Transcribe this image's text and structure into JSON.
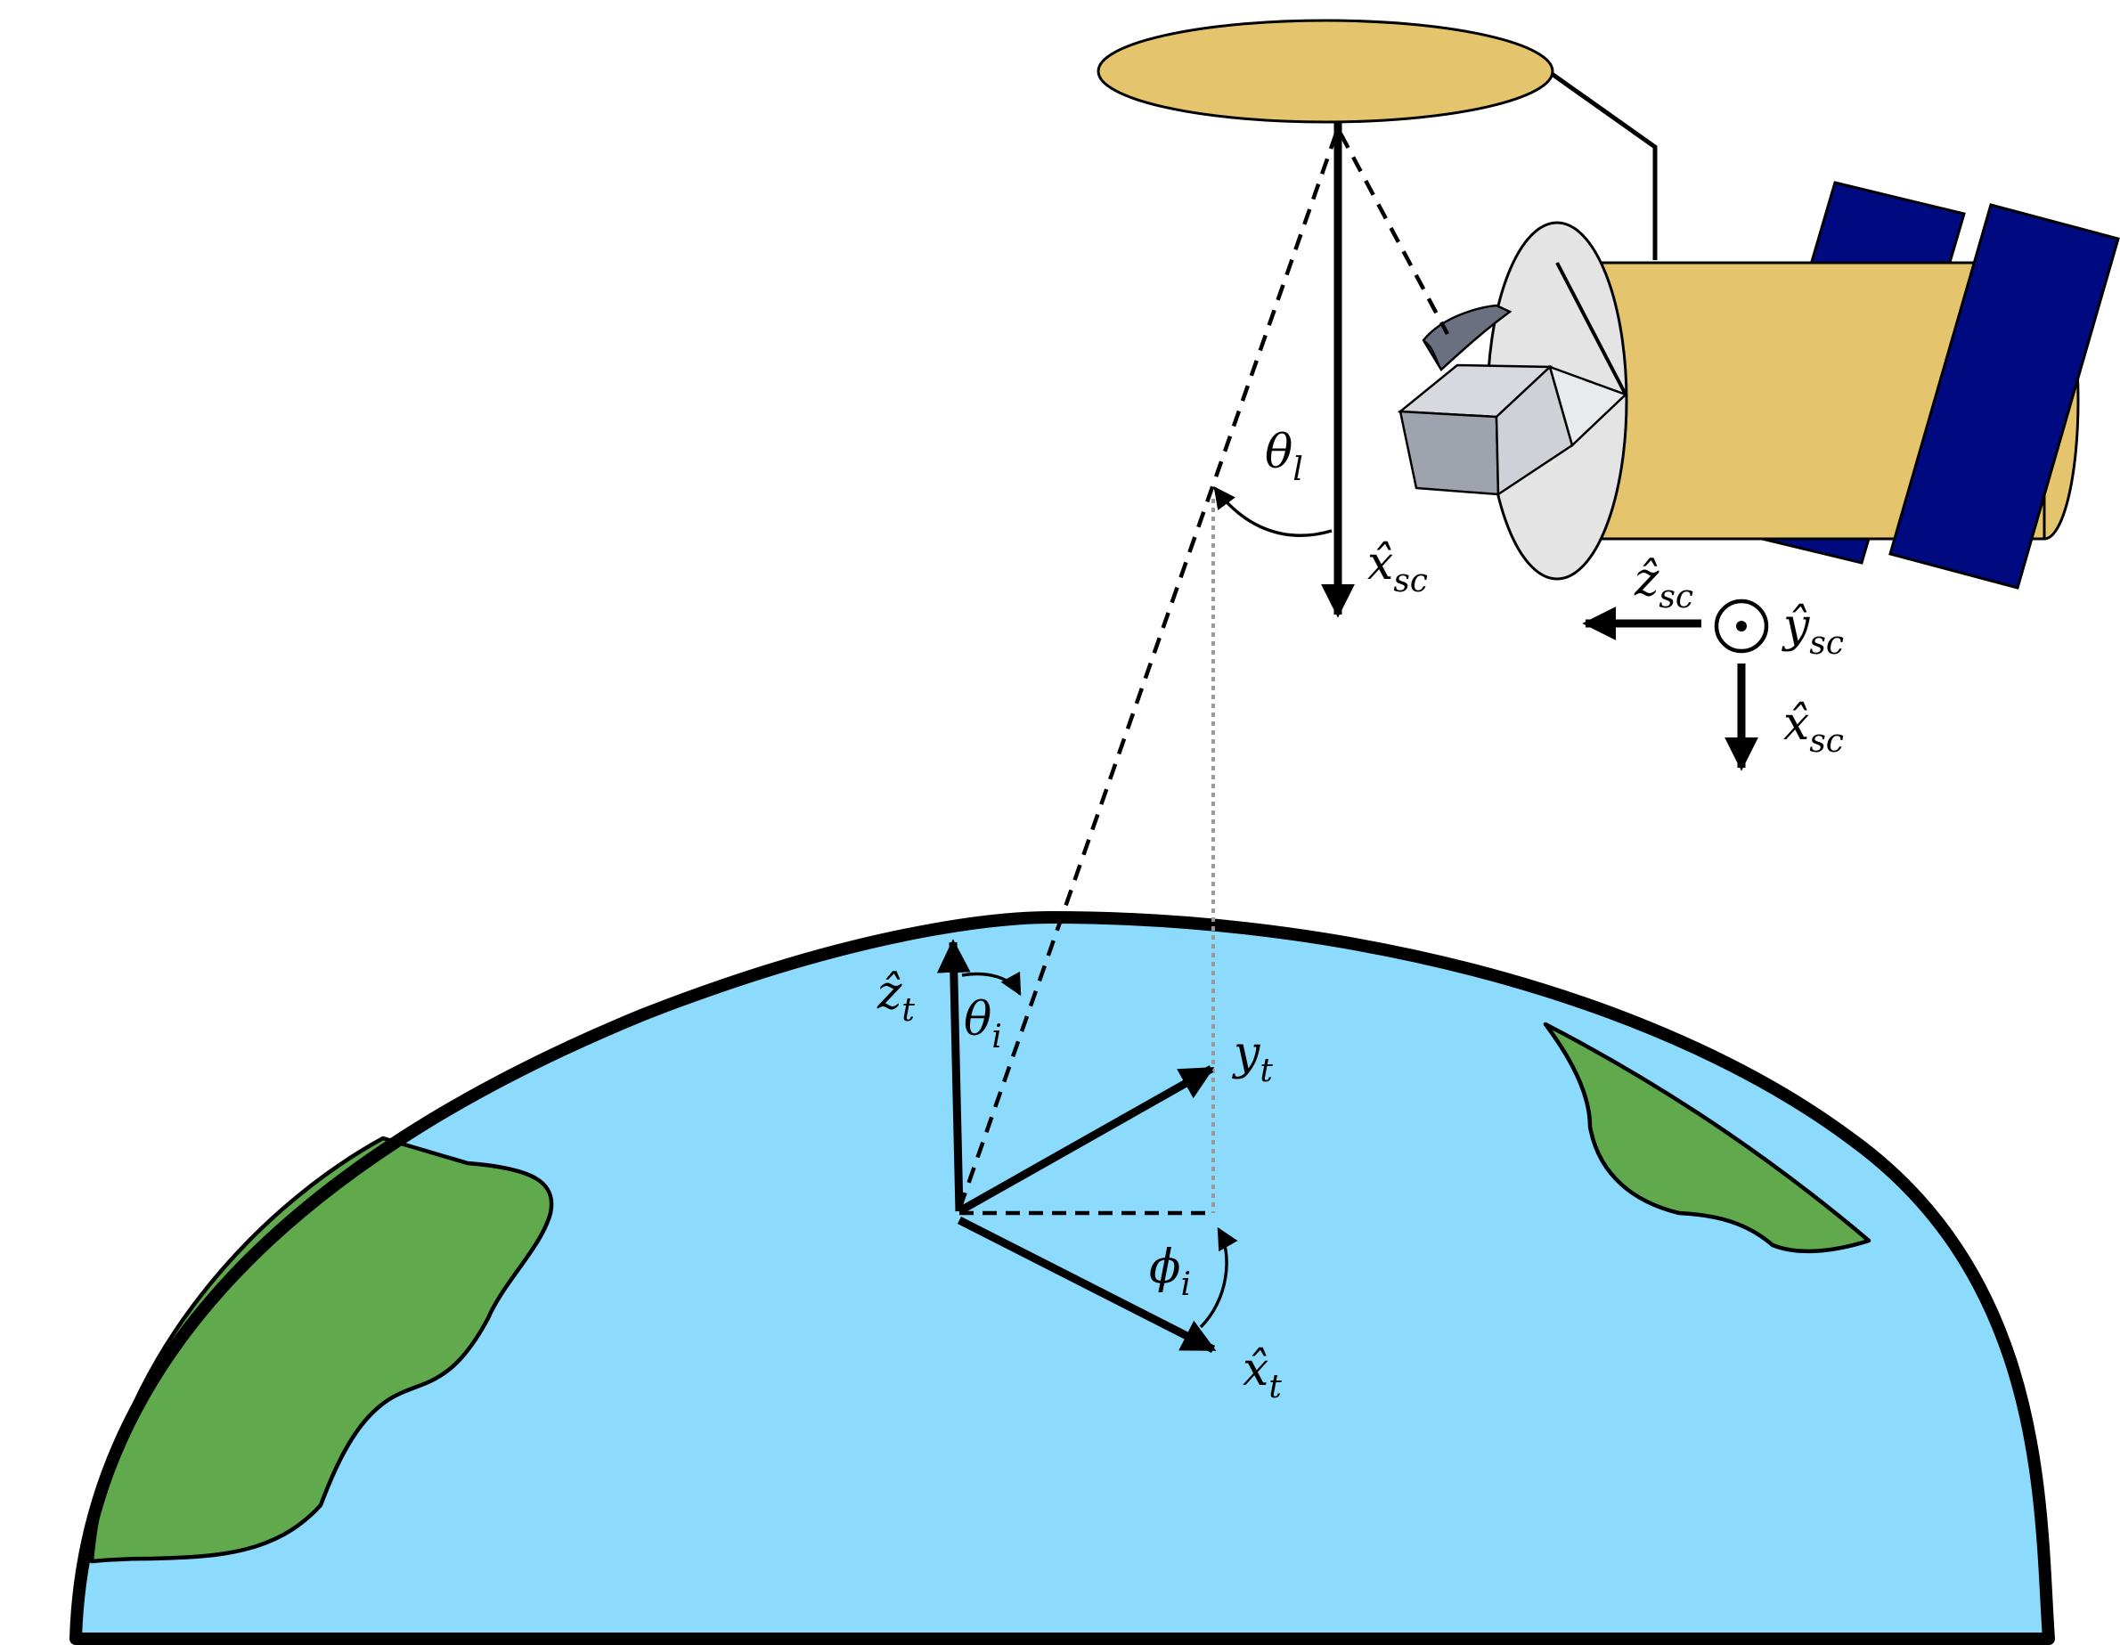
{
  "colors": {
    "earth_ocean": "#8cdafc",
    "earth_land": "#60a94c",
    "spacecraft_body": "#e5c46e",
    "solar_panel": "#000a80",
    "reflector_face": "#e4e4e4",
    "instrument_box": "#b9bcc6",
    "outline": "#000000",
    "projection_line": "#999999"
  },
  "icons": {
    "satellite": "satellite-icon",
    "earth": "earth-icon",
    "out_of_page_axis": "circled-dot-icon"
  },
  "labels": {
    "theta_l": {
      "base": "θ",
      "sub": "l"
    },
    "x_sc_main": {
      "base": "x̂",
      "sub": "sc"
    },
    "z_sc": {
      "base": "ẑ",
      "sub": "sc"
    },
    "y_sc": {
      "base": "ŷ",
      "sub": "sc"
    },
    "x_sc_legend": {
      "base": "x̂",
      "sub": "sc"
    },
    "z_t": {
      "base": "ẑ",
      "sub": "t"
    },
    "theta_i": {
      "base": "θ",
      "sub": "i"
    },
    "y_t": {
      "base": "y",
      "sub": "t"
    },
    "phi_i": {
      "base": "ϕ",
      "sub": "i"
    },
    "x_t": {
      "base": "x̂",
      "sub": "t"
    }
  }
}
